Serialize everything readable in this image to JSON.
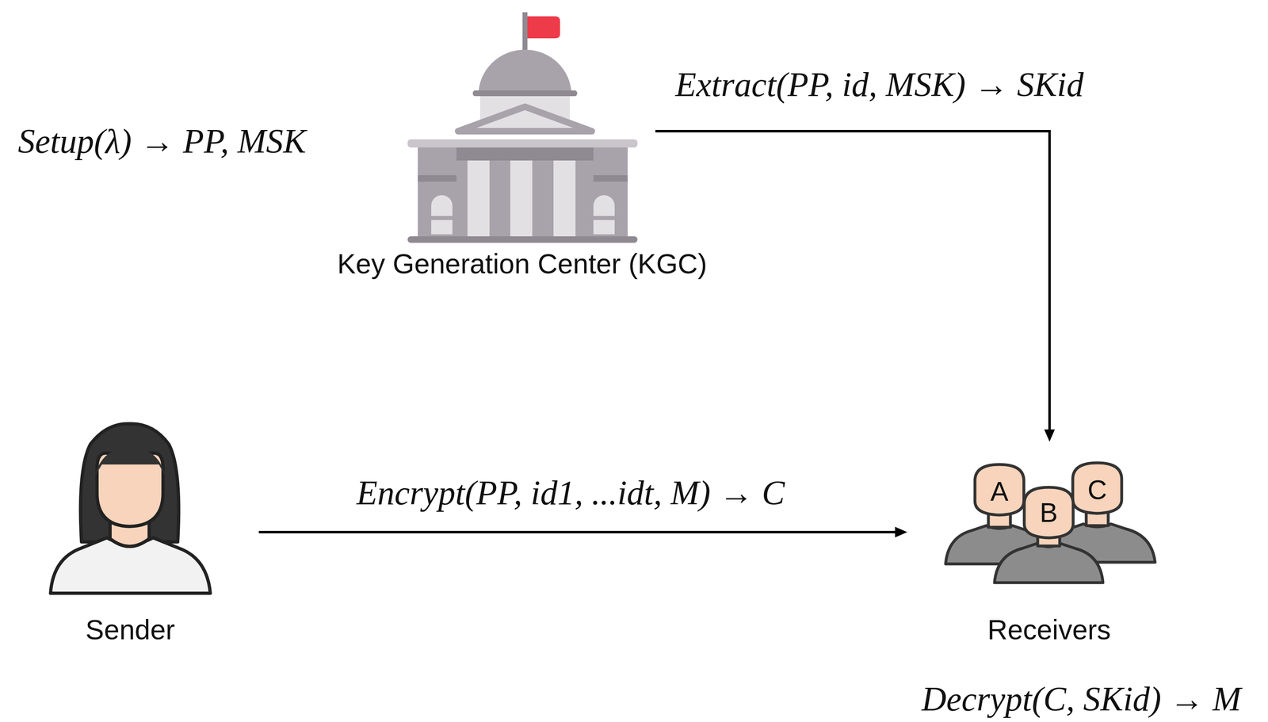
{
  "diagram": {
    "nodes": [
      {
        "text": [
          "Key Generation Center (KGC)"
        ]
      },
      {
        "text": [
          "Sender"
        ]
      },
      {
        "text": [
          "Receivers"
        ]
      }
    ],
    "edges": [
      {
        "from": 0,
        "to": 2,
        "arrow": "to",
        "label": "Extract(PP, id, MSK) → SKid"
      },
      {
        "from": 1,
        "to": 2,
        "arrow": "to",
        "label": "Encrypt(PP, id1, ...idt, M) → C"
      }
    ],
    "labels": [
      "Setup(λ) → PP, MSK",
      "Decrypt(C, SKid) → M",
      "A",
      "B",
      "C"
    ]
  }
}
